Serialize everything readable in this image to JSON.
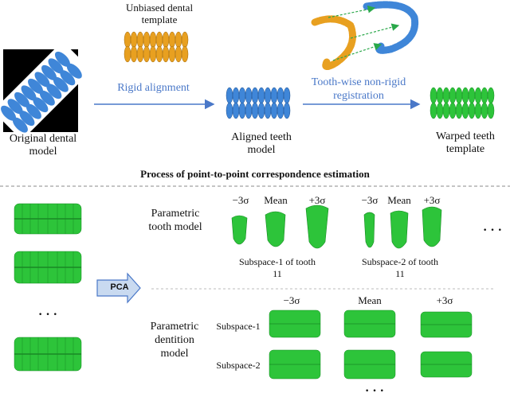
{
  "top": {
    "template_label": "Unbiased dental template",
    "rigid_label": "Rigid alignment",
    "nonrigid_label": "Tooth-wise non-rigid registration",
    "original_label": "Original dental model",
    "aligned_label": "Aligned teeth model",
    "warped_label": "Warped teeth template",
    "section_title": "Process of point-to-point correspondence estimation"
  },
  "bottom": {
    "pca_label": "PCA",
    "ellipsis_left": "· · ·",
    "ellipsis_right": "· · ·",
    "ellipsis_bottom": "· · ·",
    "tooth_model_label": "Parametric tooth model",
    "dentition_label": "Parametric dentition model",
    "sigma_minus": "−3σ",
    "mean": "Mean",
    "sigma_plus": "+3σ",
    "subspace1_tooth": "Subspace-1 of tooth 11",
    "subspace2_tooth": "Subspace-2 of tooth 11",
    "row_subspace1": "Subspace-1",
    "row_subspace2": "Subspace-2"
  },
  "colors": {
    "orange": "#e8a020",
    "blue": "#3f86d8",
    "green": "#2dc43a",
    "arrow": "#4a78c8"
  }
}
